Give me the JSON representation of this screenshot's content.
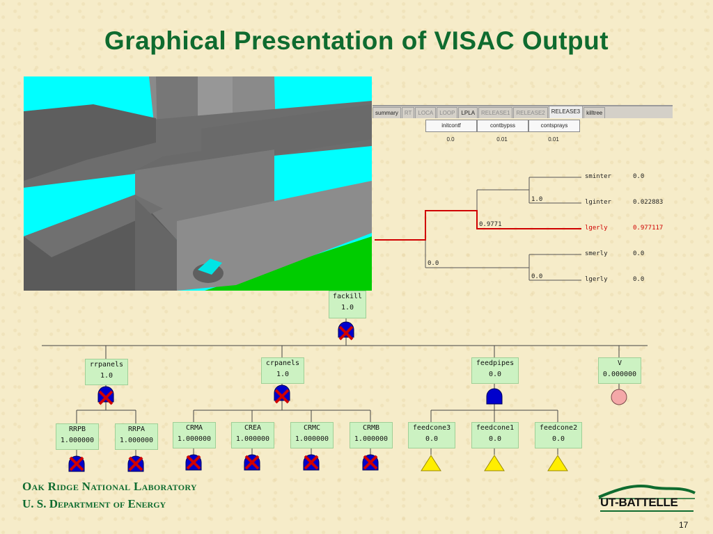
{
  "slide": {
    "title": "Graphical Presentation of VISAC Output",
    "footer_org": "Oak Ridge National Laboratory",
    "footer_dept": "U. S. Department of Energy",
    "page_number": "17",
    "logo_text": "UT-BATTELLE"
  },
  "colors": {
    "title_green": "#0f6b2f",
    "node_fill": "#ccf2c2",
    "fail_red": "#d00000",
    "gate_blue": "#0000cc",
    "triangle_yellow": "#ffee00",
    "circle_pink": "#f4a8a8"
  },
  "event_tree": {
    "tabs": [
      {
        "label": "summary",
        "state": "normal"
      },
      {
        "label": "RT",
        "state": "dim"
      },
      {
        "label": "LOCA",
        "state": "dim"
      },
      {
        "label": "LOOP",
        "state": "dim"
      },
      {
        "label": "LPLA",
        "state": "normal"
      },
      {
        "label": "RELEASE1",
        "state": "dim"
      },
      {
        "label": "RELEASE2",
        "state": "dim"
      },
      {
        "label": "RELEASE3",
        "state": "active"
      },
      {
        "label": "killtree",
        "state": "normal"
      }
    ],
    "headers": [
      {
        "label": "initcontf",
        "value": "0.0"
      },
      {
        "label": "contbypss",
        "value": "0.01"
      },
      {
        "label": "contsprays",
        "value": "0.01"
      }
    ],
    "branch_labels": {
      "b1": "1.0",
      "b2": "0.9771",
      "b3": "0.0",
      "b4": "0.0"
    },
    "outcomes": [
      {
        "name": "sminter",
        "value": "0.0"
      },
      {
        "name": "lginter",
        "value": "0.022883"
      },
      {
        "name": "lgerly",
        "value": "0.977117"
      },
      {
        "name": "smerly",
        "value": "0.0"
      },
      {
        "name": "lgerly",
        "value": "0.0"
      }
    ]
  },
  "fault_tree": {
    "top": {
      "name": "fackill",
      "value": "1.0"
    },
    "level1": [
      {
        "name": "rrpanels",
        "value": "1.0"
      },
      {
        "name": "crpanels",
        "value": "1.0"
      },
      {
        "name": "feedpipes",
        "value": "0.0"
      },
      {
        "name": "V",
        "value": "0.000000"
      }
    ],
    "leaves": [
      {
        "name": "RRPB",
        "value": "1.000000"
      },
      {
        "name": "RRPA",
        "value": "1.000000"
      },
      {
        "name": "CRMA",
        "value": "1.000000"
      },
      {
        "name": "CREA",
        "value": "1.000000"
      },
      {
        "name": "CRMC",
        "value": "1.000000"
      },
      {
        "name": "CRMB",
        "value": "1.000000"
      },
      {
        "name": "feedcone3",
        "value": "0.0"
      },
      {
        "name": "feedcone1",
        "value": "0.0"
      },
      {
        "name": "feedcone2",
        "value": "0.0"
      }
    ]
  }
}
